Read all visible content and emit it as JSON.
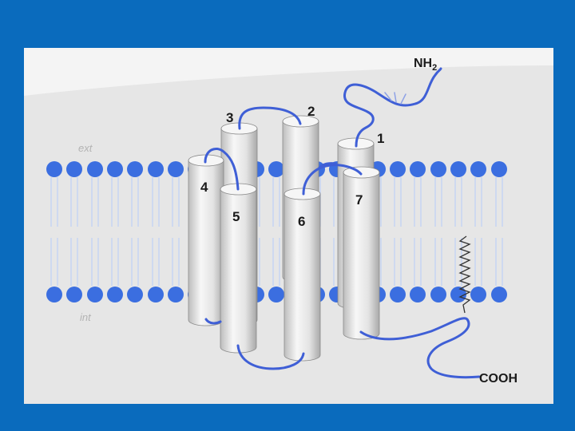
{
  "colors": {
    "slide_background": "#0a6bbd",
    "panel_background": "#e6e6e6",
    "panel_highlight": "#f2f2f2",
    "lipid_head": "#3b6ee0",
    "lipid_tail": "#c8d6f2",
    "loop": "#3f5fd6",
    "helix_fill": "#e9e9e9",
    "helix_shadow": "#bdbdbd",
    "text": "#1a1a1a",
    "faint_text": "#b3b3b3"
  },
  "labels": {
    "n_terminus": "NH",
    "n_terminus_sub": "2",
    "c_terminus": "COOH",
    "extracellular": "ext",
    "intracellular": "int"
  },
  "helices": [
    {
      "number": "1"
    },
    {
      "number": "2"
    },
    {
      "number": "3"
    },
    {
      "number": "4"
    },
    {
      "number": "5"
    },
    {
      "number": "6"
    },
    {
      "number": "7"
    }
  ]
}
